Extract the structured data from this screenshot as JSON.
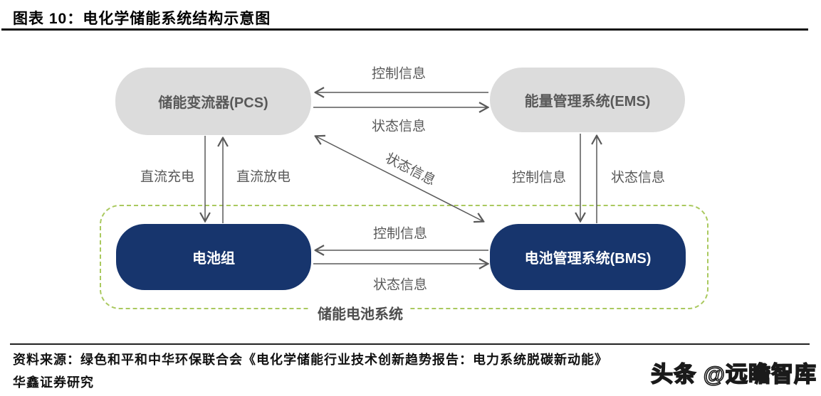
{
  "title": "图表 10：电化学储能系统结构示意图",
  "diagram": {
    "nodes": {
      "pcs": {
        "label": "储能变流器(PCS)"
      },
      "ems": {
        "label": "能量管理系统(EMS)"
      },
      "battery": {
        "label": "电池组"
      },
      "bms": {
        "label": "电池管理系统(BMS)"
      }
    },
    "group": {
      "label": "储能电池系统"
    },
    "edges": [
      {
        "from": "ems",
        "to": "pcs",
        "label": "控制信息",
        "direction": "left"
      },
      {
        "from": "pcs",
        "to": "ems",
        "label": "状态信息",
        "direction": "right"
      },
      {
        "from": "pcs",
        "to": "battery",
        "label": "直流充电",
        "direction": "down"
      },
      {
        "from": "battery",
        "to": "pcs",
        "label": "直流放电",
        "direction": "up"
      },
      {
        "from": "bms",
        "to": "pcs",
        "label": "状态信息",
        "direction": "diagonal-both"
      },
      {
        "from": "ems",
        "to": "bms",
        "label": "控制信息",
        "direction": "down"
      },
      {
        "from": "bms",
        "to": "ems",
        "label": "状态信息",
        "direction": "up"
      },
      {
        "from": "bms",
        "to": "battery",
        "label": "控制信息",
        "direction": "left"
      },
      {
        "from": "battery",
        "to": "bms",
        "label": "状态信息",
        "direction": "right"
      }
    ],
    "colors": {
      "node_gray_bg": "#dcdcdc",
      "node_gray_text": "#595959",
      "node_navy_bg": "#17356d",
      "node_navy_text": "#ffffff",
      "arrow": "#595959",
      "group_border": "#aac95f"
    }
  },
  "footer": {
    "source_line1": "资料来源：绿色和平和中华环保联合会《电化学储能行业技术创新趋势报告：电力系统脱碳新动能》",
    "source_line2": "华鑫证券研究",
    "watermark": "头条 @远瞻智库"
  }
}
